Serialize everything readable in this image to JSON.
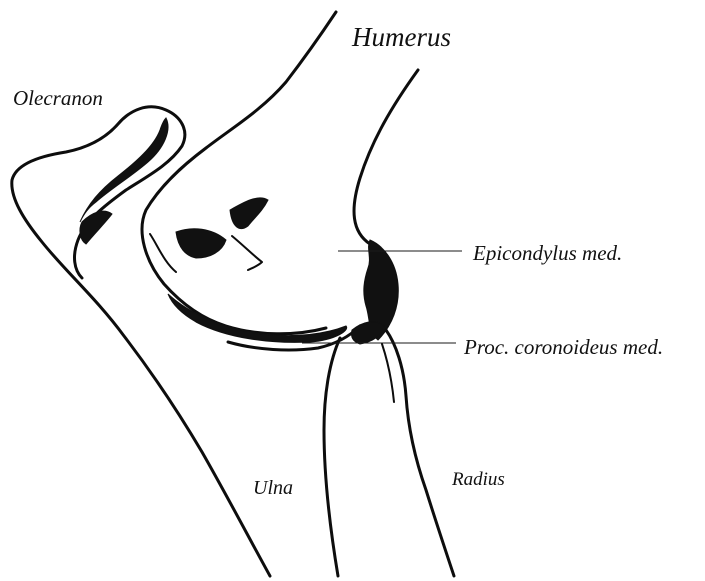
{
  "labels": {
    "humerus": "Humerus",
    "olecranon": "Olecranon",
    "epicondylus": "Epicondylus med.",
    "proc_coronoideus": "Proc. coronoideus med.",
    "ulna": "Ulna",
    "radius": "Radius"
  },
  "colors": {
    "ink": "#0d0d0d",
    "background": "#ffffff"
  }
}
